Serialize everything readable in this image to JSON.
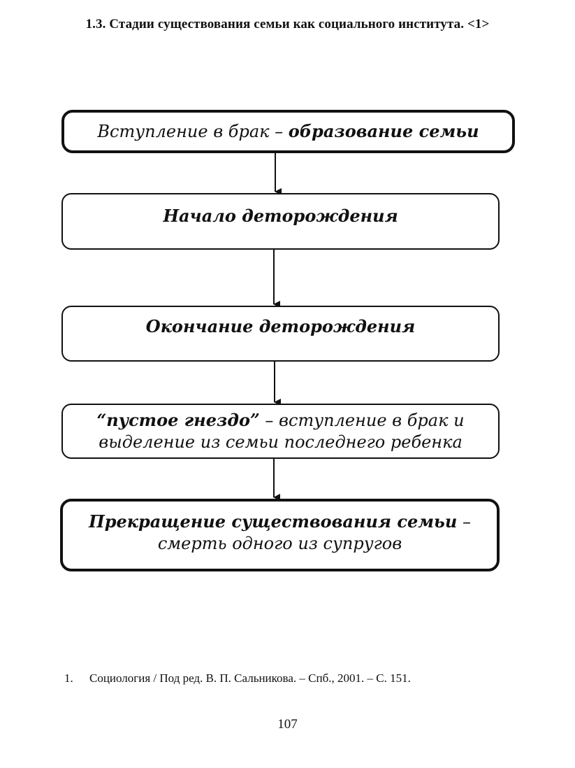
{
  "heading": "1.3. Стадии существования семьи как социального института. <1>",
  "stages": [
    {
      "lines": [
        {
          "normal": "Вступление в брак – ",
          "bold": "образование семьи"
        }
      ]
    },
    {
      "lines": [
        {
          "bold": "Начало деторождения"
        }
      ]
    },
    {
      "lines": [
        {
          "bold": "Окончание деторождения"
        }
      ]
    },
    {
      "lines": [
        {
          "bold": "“пустое гнездо”",
          "normal": " – вступление в брак и"
        },
        {
          "normal": "выделение из семьи последнего ребенка"
        }
      ]
    },
    {
      "lines": [
        {
          "bold": "Прекращение существования семьи",
          "normal": " –"
        },
        {
          "normal": "смерть одного из супругов"
        }
      ]
    }
  ],
  "footnote": {
    "number": "1.",
    "text": "Социология / Под ред. В. П. Сальникова. – Спб., 2001. – С. 151."
  },
  "page_number": "107"
}
